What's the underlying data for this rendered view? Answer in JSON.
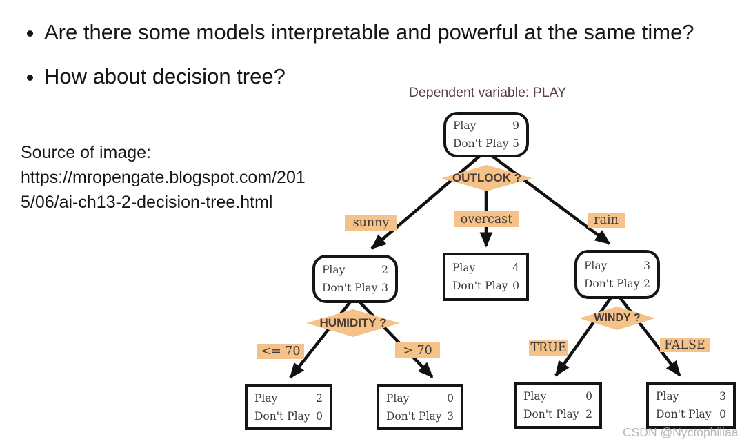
{
  "slide": {
    "bullets": [
      "Are there some models interpretable and powerful at the same time?",
      "How about decision tree?"
    ],
    "source_lines": [
      "Source of image:",
      "https://mropengate.blogspot.com/201",
      "5/06/ai-ch13-2-decision-tree.html"
    ],
    "watermark": "CSDN @Nyctophiliaa"
  },
  "diagram": {
    "title": "Dependent variable: PLAY",
    "colors": {
      "accent_orange": "#f5c28a",
      "title_text": "#5a4040",
      "node_border": "#151515",
      "node_text": "#3a3a3a",
      "edge_black": "#111111",
      "watermark_gray": "#a9a9a9"
    },
    "decisions": {
      "outlook": "OUTLOOK ?",
      "humidity": "HUMIDITY ?",
      "windy": "WINDY ?"
    },
    "branches": {
      "sunny": "sunny",
      "overcast": "overcast",
      "rain": "rain",
      "humidity_le": "<= 70",
      "humidity_gt": "> 70",
      "windy_true": "TRUE",
      "windy_false": "FALSE"
    },
    "nodes": {
      "root": {
        "rows": [
          [
            "Play",
            "9"
          ],
          [
            "Don't Play",
            "5"
          ]
        ]
      },
      "sunny": {
        "rows": [
          [
            "Play",
            "2"
          ],
          [
            "Don't Play",
            "3"
          ]
        ]
      },
      "overcast": {
        "rows": [
          [
            "Play",
            "4"
          ],
          [
            "Don't Play",
            "0"
          ]
        ]
      },
      "rain": {
        "rows": [
          [
            "Play",
            "3"
          ],
          [
            "Don't Play",
            "2"
          ]
        ]
      },
      "humidity_le": {
        "rows": [
          [
            "Play",
            "2"
          ],
          [
            "Don't Play",
            "0"
          ]
        ]
      },
      "humidity_gt": {
        "rows": [
          [
            "Play",
            "0"
          ],
          [
            "Don't Play",
            "3"
          ]
        ]
      },
      "windy_true": {
        "rows": [
          [
            "Play",
            "0"
          ],
          [
            "Don't Play",
            "2"
          ]
        ]
      },
      "windy_false": {
        "rows": [
          [
            "Play",
            "3"
          ],
          [
            "Don't Play",
            "0"
          ]
        ]
      }
    }
  }
}
